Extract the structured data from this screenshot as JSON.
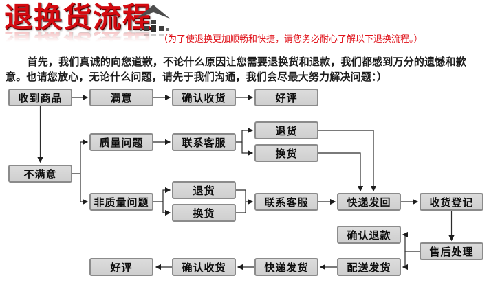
{
  "header": {
    "title": "退换货流程",
    "note": "（为了使退换更加顺畅和快捷，请您务必耐心了解以下退换流程。）"
  },
  "intro": "首先，我们真诚的向您道歉，不论什么原因让您需要退换货和退款，我们都感到万分的遗憾和歉意。也请您放心，无论什么问题，请先于我们沟通，我们会尽最大努力解决问题：）",
  "colors": {
    "title_red": "#d40a10",
    "note_red": "#e0121a",
    "box_fill": "#d5d5d5",
    "box_border": "#8b8b8b",
    "connector": "#2b2b2b",
    "body_text": "#1c1c1c"
  },
  "flowchart": {
    "nodes": [
      {
        "id": "received",
        "label": "收到商品"
      },
      {
        "id": "satisfied",
        "label": "满意"
      },
      {
        "id": "confirm_receipt_top",
        "label": "确认收货"
      },
      {
        "id": "good_review_top",
        "label": "好评"
      },
      {
        "id": "quality_issue",
        "label": "质量问题"
      },
      {
        "id": "contact_service_quality",
        "label": "联系客服"
      },
      {
        "id": "return_quality",
        "label": "退货"
      },
      {
        "id": "exchange_quality",
        "label": "换货"
      },
      {
        "id": "unsatisfied",
        "label": "不满意"
      },
      {
        "id": "non_quality_issue",
        "label": "非质量问题"
      },
      {
        "id": "return_non_quality",
        "label": "退货"
      },
      {
        "id": "exchange_non_quality",
        "label": "换货"
      },
      {
        "id": "contact_service_non_quality",
        "label": "联系客服"
      },
      {
        "id": "express_return",
        "label": "快递发回"
      },
      {
        "id": "receipt_register",
        "label": "收货登记"
      },
      {
        "id": "confirm_refund",
        "label": "确认退款"
      },
      {
        "id": "after_sales",
        "label": "售后处理"
      },
      {
        "id": "dispatch_goods",
        "label": "配送发货"
      },
      {
        "id": "express_ship",
        "label": "快递发货"
      },
      {
        "id": "confirm_receipt_bottom",
        "label": "确认收货"
      },
      {
        "id": "good_review_bottom",
        "label": "好评"
      }
    ],
    "connections": [
      {
        "from": "received",
        "to": "satisfied"
      },
      {
        "from": "satisfied",
        "to": "confirm_receipt_top"
      },
      {
        "from": "confirm_receipt_top",
        "to": "good_review_top"
      },
      {
        "from": "received",
        "to": "unsatisfied"
      },
      {
        "from": "unsatisfied",
        "to": "quality_issue"
      },
      {
        "from": "unsatisfied",
        "to": "non_quality_issue"
      },
      {
        "from": "quality_issue",
        "to": "contact_service_quality"
      },
      {
        "from": "contact_service_quality",
        "to": "return_quality"
      },
      {
        "from": "contact_service_quality",
        "to": "exchange_quality"
      },
      {
        "from": "return_quality",
        "to": "express_return"
      },
      {
        "from": "exchange_quality",
        "to": "express_return"
      },
      {
        "from": "non_quality_issue",
        "to": "return_non_quality"
      },
      {
        "from": "non_quality_issue",
        "to": "exchange_non_quality"
      },
      {
        "from": "return_non_quality",
        "to": "contact_service_non_quality"
      },
      {
        "from": "exchange_non_quality",
        "to": "contact_service_non_quality"
      },
      {
        "from": "contact_service_non_quality",
        "to": "express_return"
      },
      {
        "from": "express_return",
        "to": "receipt_register"
      },
      {
        "from": "receipt_register",
        "to": "after_sales"
      },
      {
        "from": "after_sales",
        "to": "confirm_refund"
      },
      {
        "from": "after_sales",
        "to": "dispatch_goods"
      },
      {
        "from": "dispatch_goods",
        "to": "express_ship"
      },
      {
        "from": "express_ship",
        "to": "confirm_receipt_bottom"
      },
      {
        "from": "confirm_receipt_bottom",
        "to": "good_review_bottom"
      }
    ]
  }
}
